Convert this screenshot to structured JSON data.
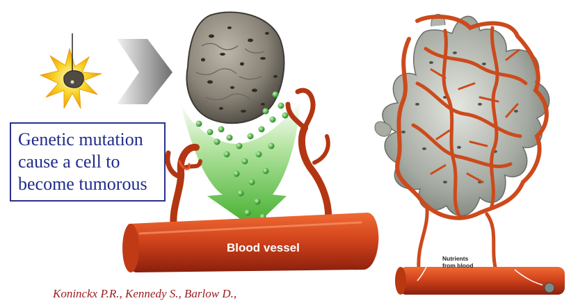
{
  "caption": {
    "line1": "Genetic mutation",
    "line2": "cause a cell to",
    "line3": "become tumorous"
  },
  "labels": {
    "vessel": "Blood vessel",
    "nutrients_line1": "Nutrients",
    "nutrients_line2": "from blood"
  },
  "citation": "Koninckx P.R., Kennedy S., Barlow D.,",
  "colors": {
    "caption_text": "#1f2c8c",
    "caption_border": "#2a2f8f",
    "citation_text": "#9b1e22",
    "vessel": "#d2441c",
    "tumor": "#8a8478",
    "arrow_green": "#59c23a",
    "sun_yellow": "#f7d21e"
  }
}
